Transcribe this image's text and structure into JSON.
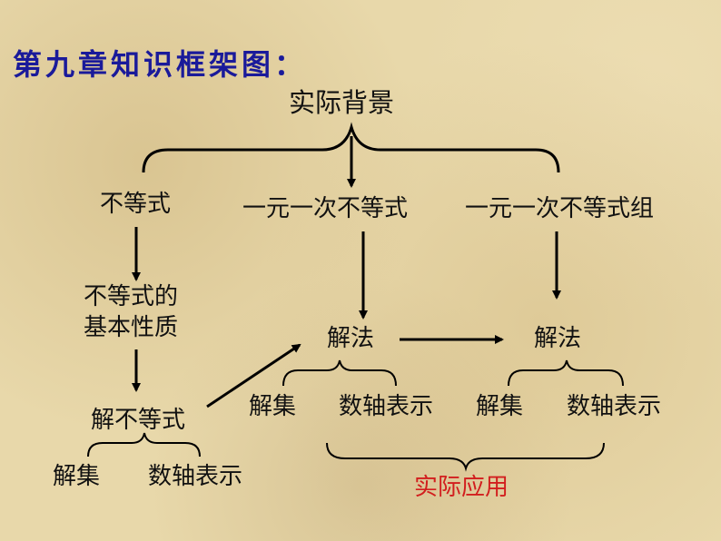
{
  "title": "第九章知识框架图：",
  "nodes": {
    "background": "实际背景",
    "inequality": "不等式",
    "linear_inequality": "一元一次不等式",
    "linear_system": "一元一次不等式组",
    "properties_line1": "不等式的",
    "properties_line2": "基本性质",
    "solve_method_mid": "解法",
    "solve_method_right": "解法",
    "solve_inequality": "解不等式",
    "solution_set_bottom": "解集",
    "number_line_bottom": "数轴表示",
    "solution_set_mid": "解集",
    "number_line_mid": "数轴表示",
    "solution_set_right": "解集",
    "number_line_right": "数轴表示",
    "application": "实际应用"
  },
  "colors": {
    "title": "#1a1a9a",
    "text": "#111111",
    "application": "#d21e1e",
    "lines": "#000000"
  }
}
